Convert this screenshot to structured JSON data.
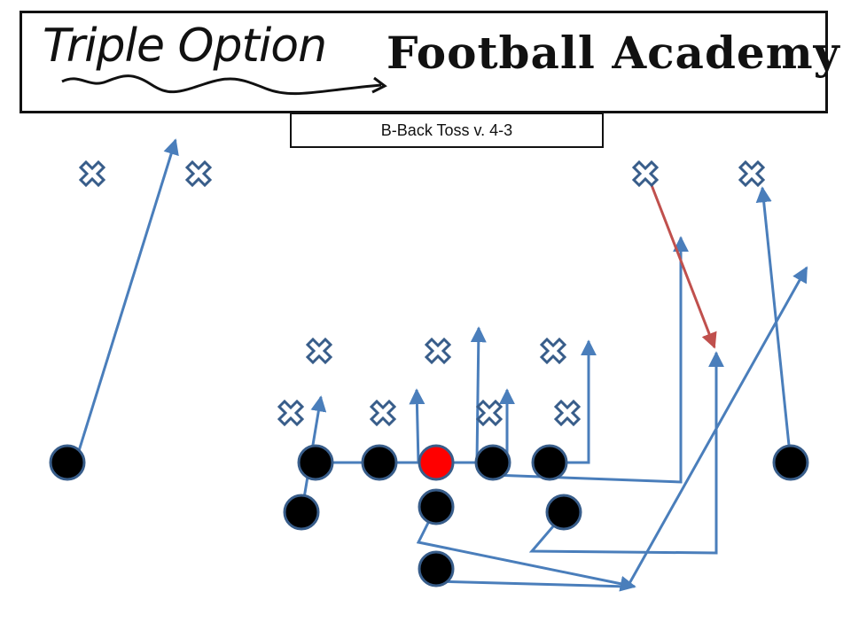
{
  "header": {
    "brand_script": "Triple Option",
    "brand_block": "Football Academy"
  },
  "play": {
    "title": "B-Back Toss v. 4-3"
  },
  "colors": {
    "route": "#4a7ebb",
    "block_red": "#c0504d",
    "center_ball": "#ff0000",
    "player": "#000000",
    "defender_outline": "#385d8a"
  },
  "icons": {
    "offense": "filled-circle-icon",
    "defense": "x-mark-icon"
  }
}
